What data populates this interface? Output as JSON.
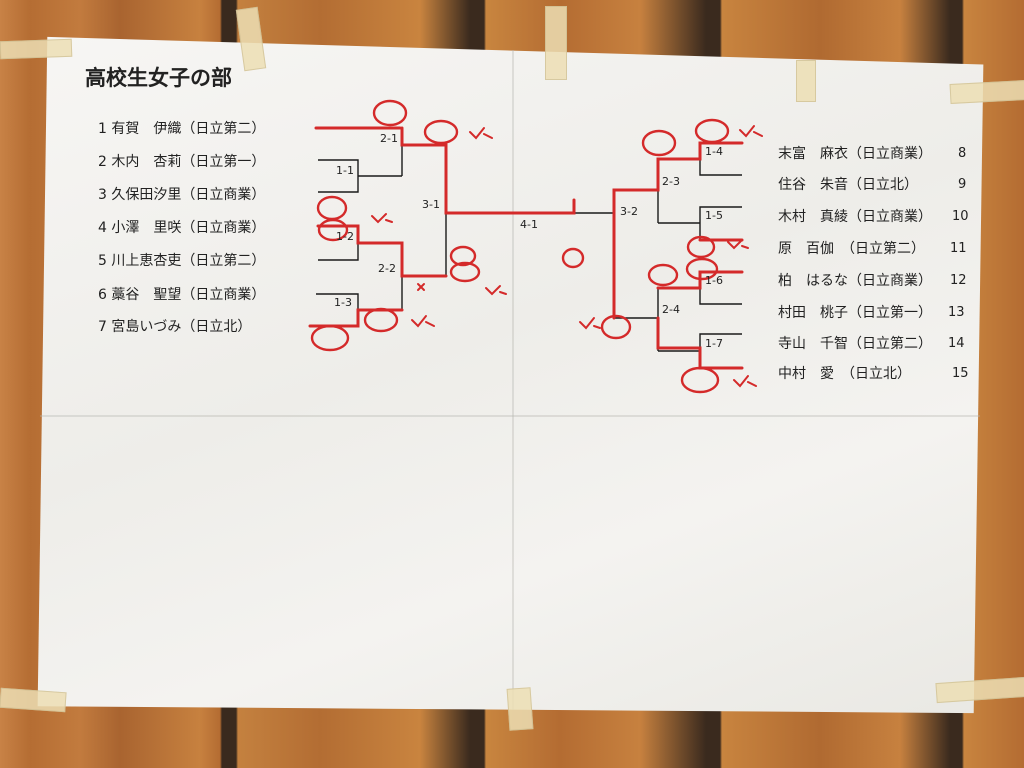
{
  "title": "高校生女子の部",
  "left_entrants": [
    {
      "label": "1 有賀　伊織（日立第二）"
    },
    {
      "label": "2 木内　杏莉（日立第一）"
    },
    {
      "label": "3 久保田汐里（日立商業）"
    },
    {
      "label": "4 小澤　里咲（日立商業）"
    },
    {
      "label": "5 川上恵杏吏（日立第二）"
    },
    {
      "label": "6 藁谷　聖望（日立商業）"
    },
    {
      "label": "7 宮島いづみ（日立北）"
    }
  ],
  "right_entrants": [
    {
      "label": "末富　麻衣（日立商業）",
      "seed": "8"
    },
    {
      "label": "住谷　朱音（日立北）",
      "seed": "9"
    },
    {
      "label": "木村　真綾（日立商業）",
      "seed": "10"
    },
    {
      "label": "原　百伽　（日立第二）",
      "seed": "11"
    },
    {
      "label": "柏　はるな（日立商業）",
      "seed": "12"
    },
    {
      "label": "村田　桃子（日立第一）",
      "seed": "13"
    },
    {
      "label": "寺山　千智（日立第二）",
      "seed": "14"
    },
    {
      "label": "中村　愛　（日立北）",
      "seed": "15"
    }
  ],
  "match_labels": {
    "m2_1": "2-1",
    "m1_1": "1-1",
    "m3_1": "3-1",
    "m1_2": "1-2",
    "m2_2": "2-2",
    "m1_3": "1-3",
    "m4_1": "4-1",
    "m3_2": "3-2",
    "m1_4": "1-4",
    "m2_3": "2-3",
    "m1_5": "1-5",
    "m1_6": "1-6",
    "m2_4": "2-4",
    "m1_7": "1-7"
  },
  "colors": {
    "ink": "#1a1a1a",
    "red_marker": "#d42a2a",
    "paper": "#f4f3f0",
    "tape": "#ecdeb4"
  }
}
